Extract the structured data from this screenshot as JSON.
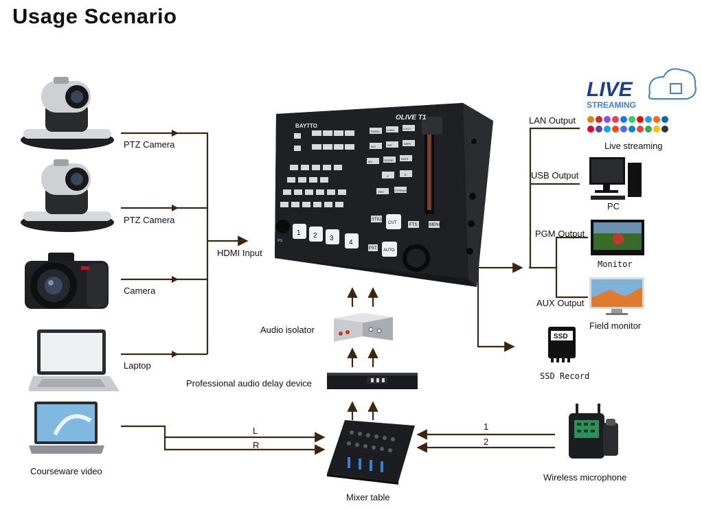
{
  "title": "Usage Scenario",
  "inputs": {
    "ptz1": "PTZ Camera",
    "ptz2": "PTZ Camera",
    "camera": "Camera",
    "laptop": "Laptop",
    "hdmi": "HDMI Input"
  },
  "switcher": {
    "brand": "BAYTTO",
    "model": "OLIVE T1",
    "buttons": [
      "1",
      "2",
      "3",
      "4"
    ],
    "cut": "CUT",
    "auto": "AUTO",
    "fts": "FTS",
    "menu": "MENU",
    "still": "STILL",
    "pst": "PST",
    "pg": "PG",
    "small_keys": [
      "TRANS",
      "LUMA",
      "LOGO",
      "MIX",
      "DIP",
      "WIPE",
      "MV",
      "SCENE",
      "RATE",
      "A",
      "B",
      "REC",
      "STREAM"
    ]
  },
  "outputs": {
    "lan": "LAN Output",
    "usb": "USB Output",
    "pgm": "PGM Output",
    "aux": "AUX Output",
    "live": "Live streaming",
    "pc": "PC",
    "monitor": "Monitor",
    "field": "Field monitor",
    "ssd": "SSD Record",
    "ssd_icon": "SSD",
    "logo_live": "LIVE",
    "logo_streaming": "STREAMING"
  },
  "audio": {
    "isolator": "Audio isolator",
    "delay": "Professional audio delay device",
    "mixer": "Mixer table",
    "courseware": "Courseware video",
    "mic": "Wireless microphone",
    "l": "L",
    "r": "R",
    "ch1": "1",
    "ch2": "2"
  },
  "colors": {
    "wire": "#3b2710",
    "device": "#1c1d20",
    "accent": "#3f7fd0"
  }
}
